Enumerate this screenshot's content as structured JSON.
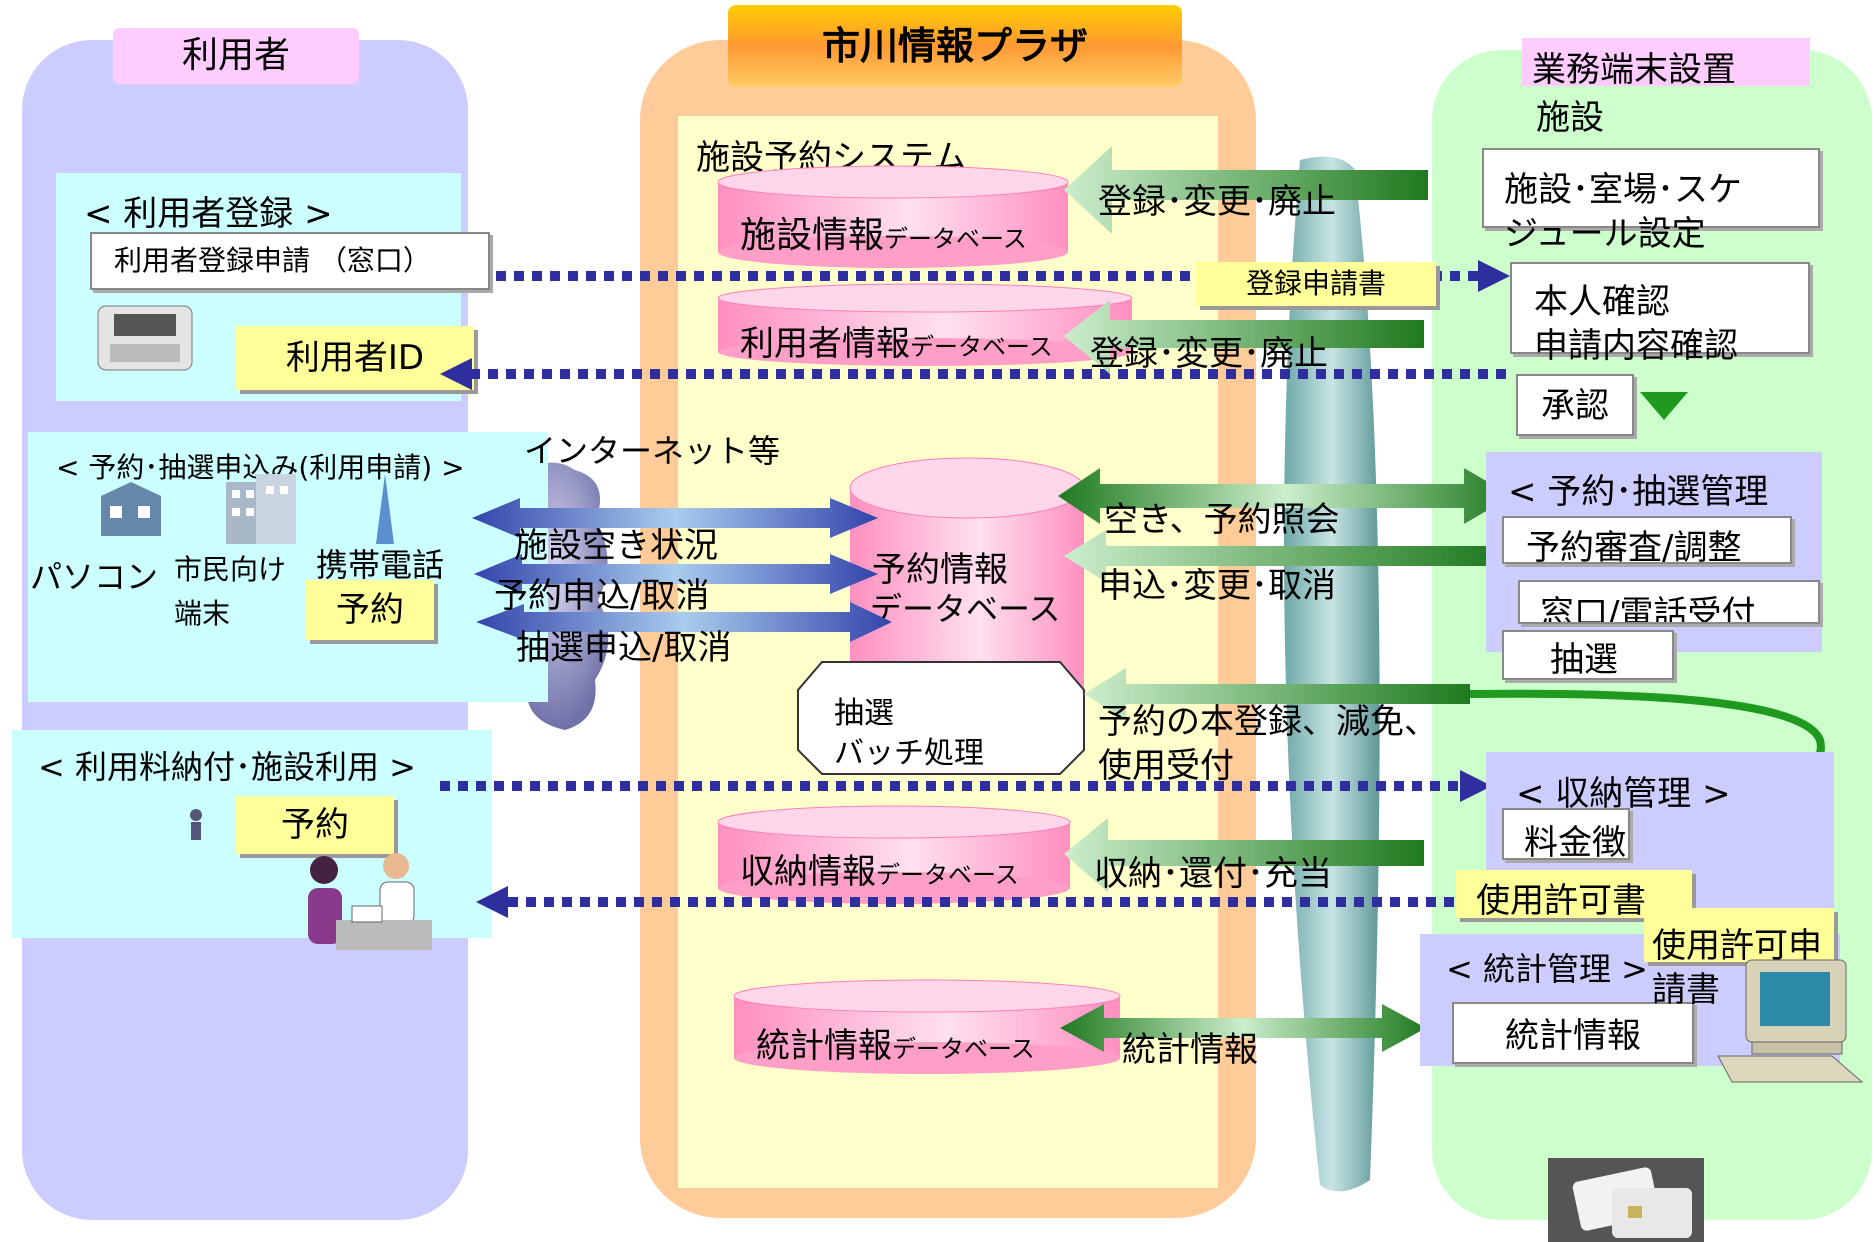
{
  "headers": {
    "user": "利用者",
    "center": "市川情報プラザ",
    "facility_line1": "業務端末設置",
    "facility_line2": "施設"
  },
  "system_label": "施設予約システム",
  "user_side": {
    "registration": {
      "title": "< 利用者登録 >",
      "request_box": "利用者登録申請 （窓口）",
      "id_note": "利用者ID"
    },
    "reservation": {
      "title": "< 予約･抽選申込み(利用申請) >",
      "pc": "パソコン",
      "terminal_line1": "市民向け",
      "terminal_line2": "端末",
      "mobile": "携帯電話",
      "note": "予約"
    },
    "payment": {
      "title": "< 利用料納付･施設利用 >",
      "note": "予約"
    }
  },
  "internet_label": "インターネット等",
  "databases": {
    "facility": {
      "name": "施設情報",
      "suffix": "データベース"
    },
    "user": {
      "name": "利用者情報",
      "suffix": "データベース"
    },
    "reservation": {
      "line1": "予約情報",
      "line2": "データベース"
    },
    "payment": {
      "name": "収納情報",
      "suffix": "データベース"
    },
    "statistics": {
      "name": "統計情報",
      "suffix": "データベース"
    }
  },
  "batch": {
    "line1": "抽選",
    "line2": "バッチ処理"
  },
  "blue_arrows": [
    "施設空き状況",
    "予約申込/取消",
    "抽選申込/取消"
  ],
  "green_labels": {
    "facility_update": "登録･変更･廃止",
    "user_update": "登録･変更･廃止",
    "inquiry": "空き、予約照会",
    "apply": "申込･変更･取消",
    "final_line1": "予約の本登録、減免、",
    "final_line2": "使用受付",
    "payment": "収納･還付･充当",
    "statistics": "統計情報"
  },
  "application_note": "登録申請書",
  "facility_side": {
    "schedule_line1": "施設･室場･スケ",
    "schedule_line2": "ジュール設定",
    "confirm_line1": "本人確認",
    "confirm_line2": "申請内容確認",
    "approve": "承認",
    "reservation_mgmt": {
      "title": "< 予約･抽選管理",
      "items": [
        "予約審査/調整",
        "窓口/電話受付",
        "抽選"
      ]
    },
    "payment_mgmt": {
      "title": "< 収納管理 >",
      "fee": "料金徴",
      "permit": "使用許可書",
      "permit_request_line1": "使用許可申",
      "permit_request_line2": "請書"
    },
    "stats_mgmt": {
      "title": "< 統計管理 >",
      "box": "統計情報"
    }
  },
  "colors": {
    "user_panel": "#ccccff",
    "center_panel": "#ffcc99",
    "facility_panel": "#ccffcc",
    "system_area": "#ffffcc",
    "section_cyan": "#ccffff",
    "database_pink": "#ff99cc",
    "note_yellow": "#ffff99",
    "dotted_line": "#2e2e9e",
    "green_arrow": "#339933"
  }
}
